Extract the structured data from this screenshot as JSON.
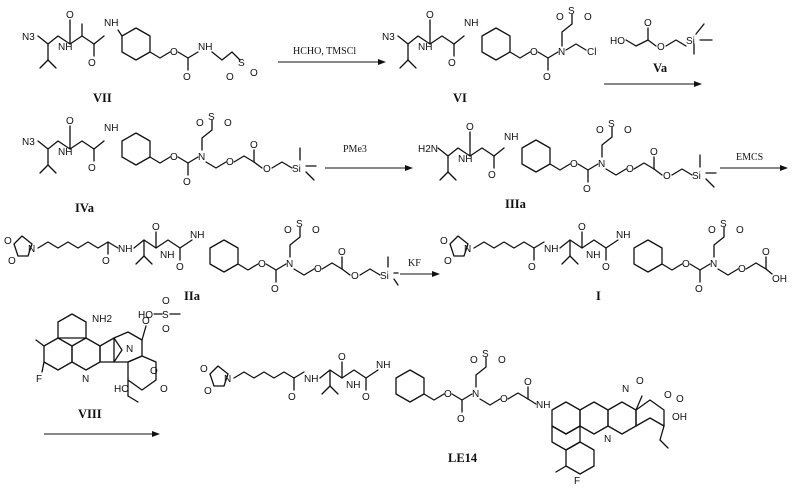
{
  "compounds": {
    "VII": "VII",
    "VI": "VI",
    "Va": "Va",
    "IVa": "IVa",
    "IIIa": "IIIa",
    "IIa": "IIa",
    "I": "I",
    "VIII": "VIII",
    "LE14": "LE14"
  },
  "reagents": {
    "step1": "HCHO, TMSCl",
    "step3": "PMe3",
    "step4": "EMCS",
    "step5": "KF"
  },
  "atoms": {
    "N3": "N3",
    "H2N": "H2N",
    "NH": "NH",
    "NH2": "NH2",
    "O": "O",
    "N": "N",
    "S": "S",
    "Si": "Si",
    "Cl": "Cl",
    "F": "F",
    "HO": "HO",
    "OH": "OH"
  }
}
